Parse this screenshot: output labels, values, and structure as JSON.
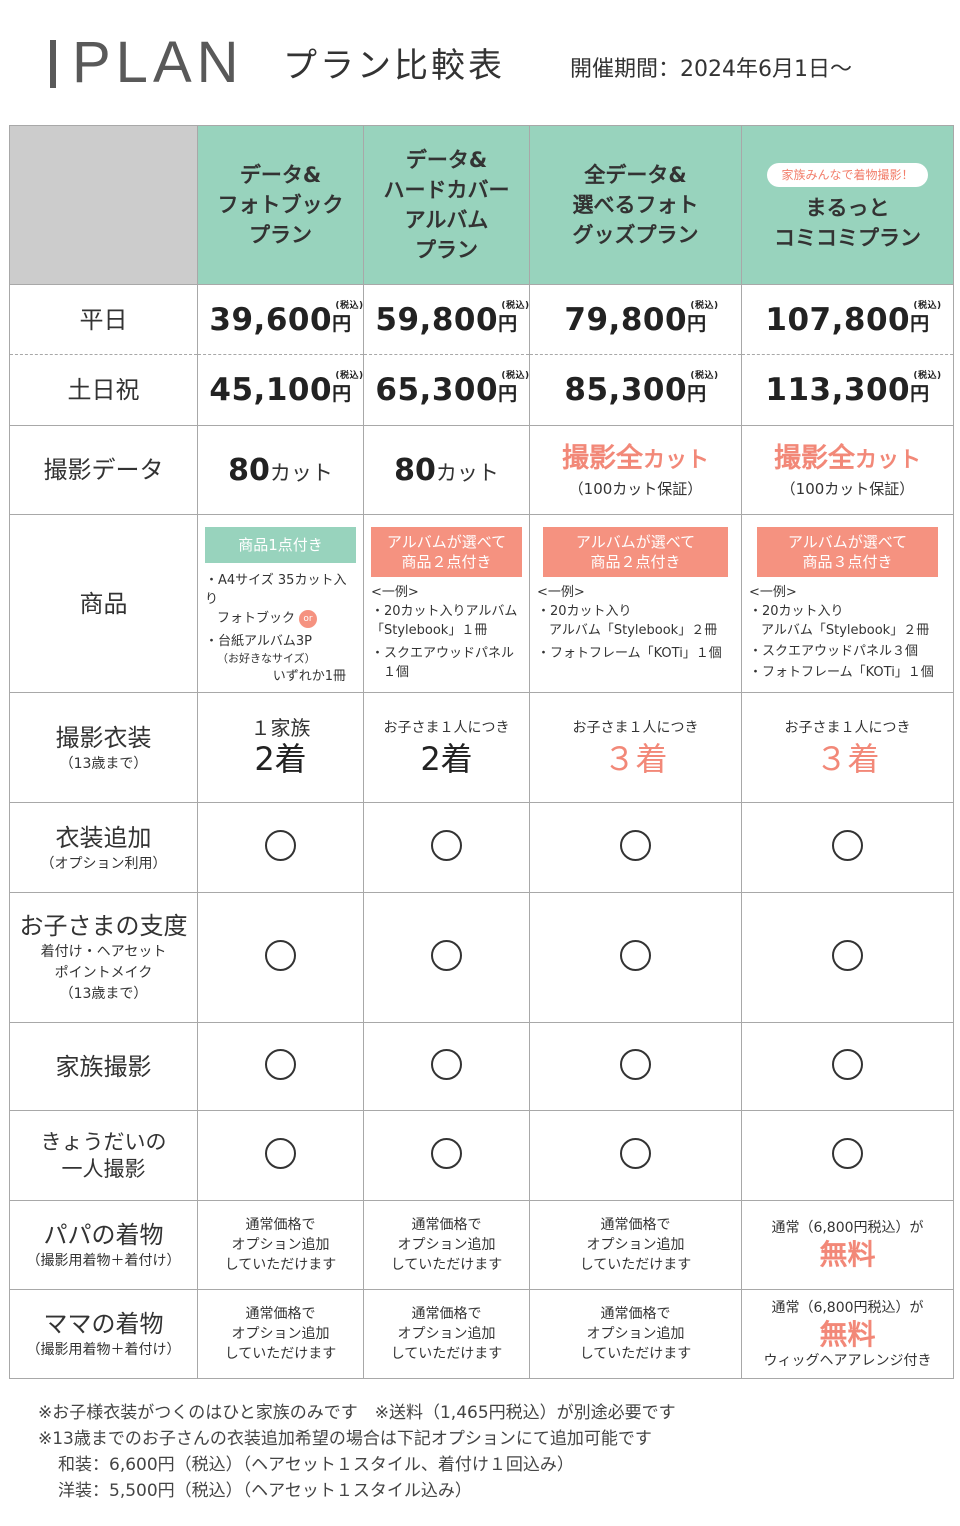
{
  "header": {
    "logo": "PLAN",
    "title": "プラン比較表",
    "period": "開催期間：2024年6月1日～"
  },
  "plans": [
    {
      "name_lines": [
        "データ&",
        "フォトブック",
        "プラン"
      ],
      "badge": ""
    },
    {
      "name_lines": [
        "データ&",
        "ハードカバー",
        "アルバム",
        "プラン"
      ],
      "badge": ""
    },
    {
      "name_lines": [
        "全データ&",
        "選べるフォト",
        "グッズプラン"
      ],
      "badge": ""
    },
    {
      "name_lines": [
        "まるっと",
        "コミコミプラン"
      ],
      "badge": "家族みんなで着物撮影！"
    }
  ],
  "rows": {
    "weekday": "平日",
    "weekend": "土日祝",
    "data": "撮影データ",
    "goods": "商品",
    "costume": "撮影衣装",
    "costume_sub": "（13歳まで）",
    "costume_add": "衣装追加",
    "costume_add_sub": "（オプション利用）",
    "prep": "お子さまの支度",
    "prep_sub1": "着付け・ヘアセット",
    "prep_sub2": "ポイントメイク",
    "prep_sub3": "（13歳まで）",
    "family": "家族撮影",
    "sibling1": "きょうだいの",
    "sibling2": "一人撮影",
    "papa": "パパの着物",
    "papa_sub": "（撮影用着物＋着付け）",
    "mama": "ママの着物",
    "mama_sub": "（撮影用着物＋着付け）"
  },
  "price_unit": "円",
  "tax_label": "(税込)",
  "prices_weekday": [
    "39,600",
    "59,800",
    "79,800",
    "107,800"
  ],
  "prices_weekend": [
    "45,100",
    "65,300",
    "85,300",
    "113,300"
  ],
  "shooting_data": {
    "count_num": "80",
    "count_unit": "カット",
    "all_main": "撮影全",
    "all_unit": "カット",
    "guarantee": "（100カット保証）"
  },
  "goods": [
    {
      "badge": "商品1点付き",
      "item1_line1": "・A4サイズ 35カット入り",
      "item1_line2": "フォトブック",
      "or": "or",
      "item2_line1": "・台紙アルバム3P",
      "item2_line2": "（お好きなサイズ）",
      "note": "いずれか1冊"
    },
    {
      "badge_line1": "アルバムが選べて",
      "badge_line2": "商品２点付き",
      "example": "<一例>",
      "item1_line1": "・20カット入りアルバム",
      "item1_line2": "「Stylebook」１冊",
      "item2_line1": "・スクエアウッドパネル",
      "item2_line2": "１個"
    },
    {
      "badge_line1": "アルバムが選べて",
      "badge_line2": "商品２点付き",
      "example": "<一例>",
      "item1_line1": "・20カット入り",
      "item1_line2": "アルバム「Stylebook」２冊",
      "item2_line1": "・フォトフレーム「KOTi」１個"
    },
    {
      "badge_line1": "アルバムが選べて",
      "badge_line2": "商品３点付き",
      "example": "<一例>",
      "item1_line1": "・20カット入り",
      "item1_line2": "アルバム「Stylebook」２冊",
      "item2_line1": "・スクエアウッドパネル３個",
      "item3_line1": "・フォトフレーム「KOTi」１個"
    }
  ],
  "costume": {
    "family_label": "１家族",
    "per_child": "お子さま１人につき",
    "two": "2着",
    "three": "３着"
  },
  "option_note": [
    "通常価格で",
    "オプション追加",
    "していただけます"
  ],
  "free_note": "通常（6,800円税込）が",
  "free": "無料",
  "wig": "ウィッグヘアアレンジ付き",
  "footnotes": [
    "※お子様衣装がつくのはひと家族のみです　※送料（1,465円税込）が別途必要です",
    "※13歳までのお子さんの衣装追加希望の場合は下記オプションにて追加可能です",
    "和装：6,600円（税込）（ヘアセット１スタイル、着付け１回込み）",
    "洋装：5,500円（税込）（ヘアセット１スタイル込み）"
  ]
}
